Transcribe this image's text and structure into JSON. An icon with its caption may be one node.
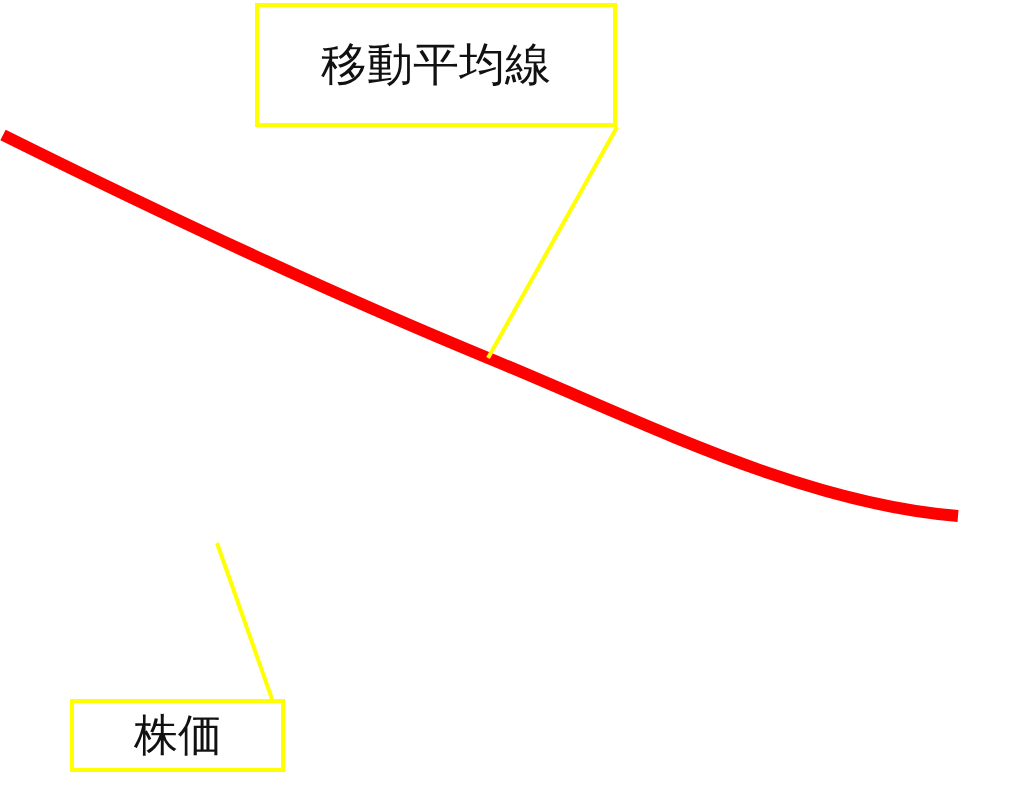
{
  "diagram": {
    "nodes": [
      {
        "text": [
          "移動平均線"
        ]
      },
      {
        "text": [],
        "shape": "line"
      },
      {
        "text": [
          "株価"
        ]
      }
    ],
    "edges": [
      {
        "from": 0,
        "to": 1,
        "arrow": "none"
      },
      {
        "from": 2,
        "to": null,
        "arrow": "none"
      }
    ]
  }
}
